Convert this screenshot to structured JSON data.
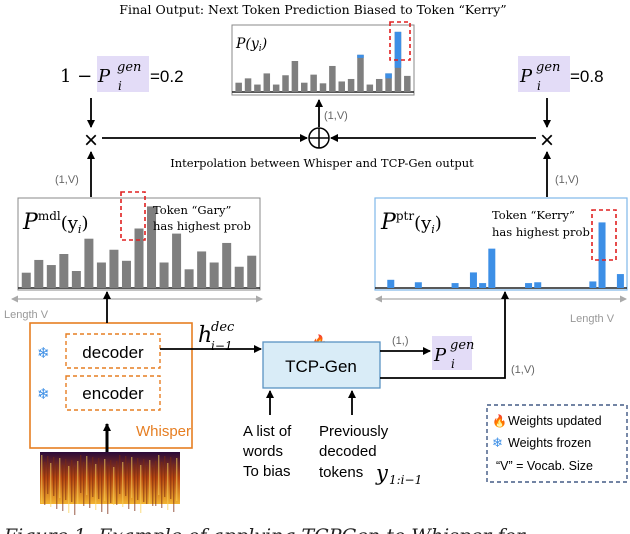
{
  "title": "Final Output: Next Token Prediction Biased to Token “Kerry”",
  "interp_label": "Interpolation between Whisper and TCP-Gen output",
  "final_chart": {
    "label_P": "P",
    "label_arg": "(y",
    "label_sub": "i",
    "label_close": ")"
  },
  "left_weight": {
    "prefix": "1 − ",
    "P": "P",
    "sup": "gen",
    "sub": "i",
    "value": "=0.2"
  },
  "right_weight": {
    "P": "P",
    "sup": "gen",
    "sub": "i",
    "value": "=0.8"
  },
  "dim_labels": {
    "d1": "(1,V)",
    "d2": "(1,V)",
    "d3": "(1,V)",
    "d4": "(1,V)",
    "d5": "(1,)",
    "d6": "(1,V)"
  },
  "mdl_chart": {
    "P": "P",
    "sup": "mdl",
    "arg": "(y",
    "sub": "i",
    "close": ")",
    "note1": "Token “Gary”",
    "note2": "has highest prob"
  },
  "ptr_chart": {
    "P": "P",
    "sup": "ptr",
    "arg": "(y",
    "sub": "i",
    "close": ")",
    "note1": "Token “Kerry”",
    "note2": "has highest prob"
  },
  "length_left": "Length V",
  "length_right": "Length V",
  "whisper": {
    "decoder": "decoder",
    "encoder": "encoder",
    "label": "Whisper"
  },
  "h_label": {
    "h": "h",
    "sup": "dec",
    "sub": "i−1"
  },
  "tcpgen": {
    "label": "TCP-Gen"
  },
  "pgen_out": {
    "P": "P",
    "sup": "gen",
    "sub": "i"
  },
  "inputs": {
    "words": [
      "A list of",
      "words",
      "To bias"
    ],
    "tokens": [
      "Previously",
      "decoded",
      "tokens"
    ],
    "tokens_math": "y",
    "tokens_sub": "1:i−1"
  },
  "legend": {
    "updated": "Weights updated",
    "frozen": "Weights frozen",
    "vocab": "“V” = Vocab. Size"
  },
  "caption": "Figure 1:  Example of applying TCPGen to Whisper for",
  "colors": {
    "gray": "#7f7f7f",
    "blue": "#3d8fe6",
    "orange": "#e67e22",
    "red": "#e02020",
    "teal_fill": "#d9ecf7",
    "lavender": "#e3dcf7",
    "navy": "#1f3b6e"
  },
  "chart_data": [
    {
      "type": "bar",
      "title": "P(y_i)",
      "values": [
        0.15,
        0.22,
        0.12,
        0.3,
        0.12,
        0.27,
        0.5,
        0.15,
        0.28,
        0.14,
        0.42,
        0.17,
        0.21,
        0.6,
        0.12,
        0.21,
        0.3,
        0.97,
        0.26
      ],
      "blue_top": [
        0,
        0,
        0,
        0,
        0,
        0,
        0,
        0,
        0,
        0,
        0,
        0,
        0,
        0.05,
        0,
        0,
        0.08,
        0.58,
        0
      ],
      "highlight_index": 17
    },
    {
      "type": "bar",
      "title": "P^mdl(y_i)",
      "values": [
        0.18,
        0.33,
        0.27,
        0.4,
        0.2,
        0.58,
        0.3,
        0.45,
        0.32,
        0.7,
        0.96,
        0.3,
        0.64,
        0.22,
        0.43,
        0.3,
        0.53,
        0.25,
        0.38
      ],
      "highlight_index": 10
    },
    {
      "type": "bar",
      "title": "P^ptr(y_i)",
      "values": [
        0,
        0.1,
        0,
        0,
        0.07,
        0,
        0,
        0,
        0.06,
        0,
        0.19,
        0.06,
        0.48,
        0,
        0,
        0,
        0.06,
        0.07,
        0,
        0,
        0,
        0,
        0,
        0.08,
        0.8,
        0,
        0.17
      ],
      "highlight_index": 24
    }
  ]
}
